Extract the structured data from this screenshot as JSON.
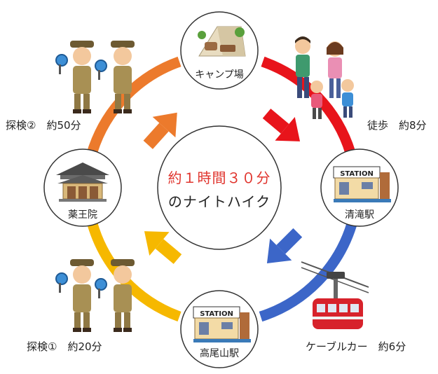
{
  "center": {
    "line1": "約１時間３０分",
    "line2": "のナイトハイク"
  },
  "nodes": {
    "camp": "キャンプ場",
    "kiyotaki": "清滝駅",
    "takaosan": "高尾山駅",
    "yakuoin": "薬王院"
  },
  "segments": {
    "walk": "徒歩　約8分",
    "cable": "ケーブルカー　約6分",
    "explore1": "探検①　約20分",
    "explore2": "探検②　約50分"
  },
  "station_sign": "STATION",
  "colors": {
    "red": "#e8141b",
    "blue": "#3c66c8",
    "yellow": "#f6b800",
    "orange": "#ec7a2c",
    "center_text_red": "#e0342d"
  },
  "icons": {
    "camp": "tent-icon",
    "kiyotaki": "station-building-icon",
    "takaosan": "station-building-icon",
    "yakuoin": "temple-icon",
    "walk": "family-walking-icon",
    "cable": "cable-car-icon",
    "explore": "explorer-kids-icon"
  }
}
